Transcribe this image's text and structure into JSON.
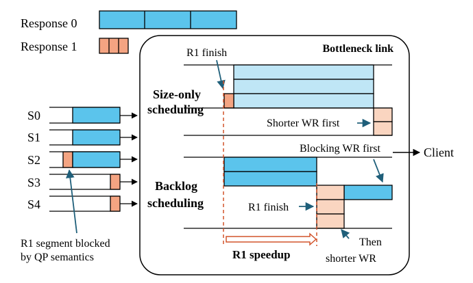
{
  "legend": {
    "response0": "Response 0",
    "response1": "Response 1"
  },
  "colors": {
    "blue": "#5bc4ec",
    "light_blue": "#bfe6f6",
    "orange": "#f4a482",
    "light_orange": "#fad5c0",
    "red_dashed": "#d2532a",
    "teal_arrow": "#1f5f7a",
    "stroke": "#000000"
  },
  "panel": {
    "title": "Bottleneck link"
  },
  "streams": [
    "S0",
    "S1",
    "S2",
    "S3",
    "S4"
  ],
  "client_label": "Client",
  "size_only": {
    "label_line1": "Size-only",
    "label_line2": "scheduling",
    "r1_finish": "R1 finish",
    "note": "Shorter WR first"
  },
  "backlog": {
    "label_line1": "Backlog",
    "label_line2": "scheduling",
    "r1_finish": "R1 finish",
    "note_top": "Blocking WR first",
    "note_bottom_line1": "Then",
    "note_bottom_line2": "shorter WR"
  },
  "left_note": {
    "line1": "R1 segment blocked",
    "line2": "by QP semantics"
  },
  "speedup_label": "R1 speedup"
}
